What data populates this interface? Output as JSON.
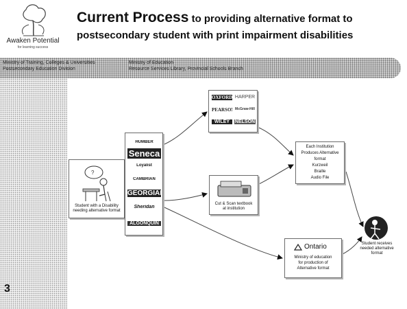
{
  "logo": {
    "name": "Awaken Potential",
    "tagline": "for learning success"
  },
  "title": {
    "main": "Current Process",
    "rest_line1": " to providing alternative format to",
    "line2": "postsecondary student with print impairment disabilities"
  },
  "band": {
    "left_line1": "Ministry of Training, Colleges & Universities",
    "left_line2": "Postsecondary Education Division",
    "right_line1": "Ministry of Education",
    "right_line2": "Resource Services Library, Provincial Schools Branch"
  },
  "nodes": {
    "student": {
      "caption1": "Student with a Disability",
      "caption2": "needing alternative format"
    },
    "colleges": [
      "HUMBER",
      "Seneca",
      "Loyalist",
      "CAMBRIAN",
      "GEORGIAN",
      "Sheridan",
      "ALGONQUIN"
    ],
    "publishers": [
      "OXFORD",
      "HARPER",
      "PEARSON",
      "McGraw-Hill",
      "WILEY",
      "NELSON"
    ],
    "scan": {
      "caption1": "Cut & Scan textbook",
      "caption2": "at institution"
    },
    "institution": {
      "lines": [
        "Each Institution",
        "Produces Alternative",
        "format",
        "Kurzweil",
        "Braille",
        "Audio File"
      ]
    },
    "ministry": {
      "logo": "Ontario",
      "lines": [
        "Ministry of education",
        "for production of",
        "Alternative format"
      ]
    },
    "result": {
      "lines": [
        "Student receives",
        "needed alternative",
        "format"
      ]
    }
  },
  "slide_number": "3"
}
